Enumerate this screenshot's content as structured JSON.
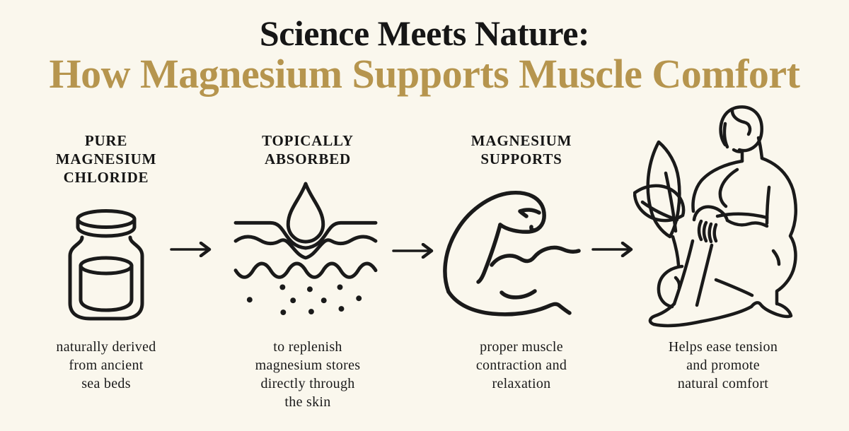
{
  "colors": {
    "background": "#FAF7ED",
    "title": "#161616",
    "accent": "#B6954E",
    "ink": "#1A1A1A"
  },
  "header": {
    "title": "Science Meets Nature:",
    "subtitle": "How Magnesium Supports Muscle Comfort"
  },
  "steps": [
    {
      "heading": "PURE\nMAGNESIUM\nCHLORIDE",
      "caption": "naturally derived\nfrom ancient\nsea beds",
      "icon": "jar-icon"
    },
    {
      "heading": "TOPICALLY\nABSORBED",
      "caption": "to replenish\nmagnesium stores\ndirectly through\nthe skin",
      "icon": "droplet-skin-layers-icon"
    },
    {
      "heading": "MAGNESIUM\nSUPPORTS",
      "caption": "proper muscle\ncontraction and\nrelaxation",
      "icon": "flexed-bicep-icon"
    },
    {
      "caption": "Helps ease tension\nand promote\nnatural comfort",
      "icon": "seated-person-with-leaves-icon"
    }
  ],
  "arrows": {
    "glyph": "right-arrow",
    "count": 3
  }
}
